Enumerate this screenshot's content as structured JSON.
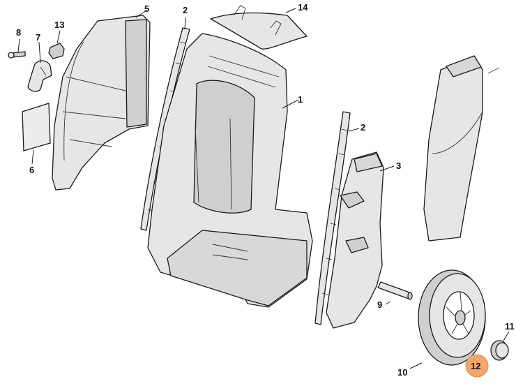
{
  "diagram": {
    "callouts": [
      {
        "id": "c1",
        "label": "1"
      },
      {
        "id": "c2a",
        "label": "2"
      },
      {
        "id": "c2b",
        "label": "2"
      },
      {
        "id": "c3",
        "label": "3"
      },
      {
        "id": "c5",
        "label": "5"
      },
      {
        "id": "c6",
        "label": "6"
      },
      {
        "id": "c7",
        "label": "7"
      },
      {
        "id": "c8",
        "label": "8"
      },
      {
        "id": "c9",
        "label": "9"
      },
      {
        "id": "c10",
        "label": "10"
      },
      {
        "id": "c11",
        "label": "11"
      },
      {
        "id": "c12",
        "label": "12"
      },
      {
        "id": "c13",
        "label": "13"
      },
      {
        "id": "c14",
        "label": "14"
      }
    ],
    "highlight": {
      "callout": "12",
      "color": "#f5a66b"
    },
    "colors": {
      "part_fill": "#e6e6e6",
      "part_shade": "#cfcfcf",
      "outline": "#1a1a1a"
    }
  }
}
